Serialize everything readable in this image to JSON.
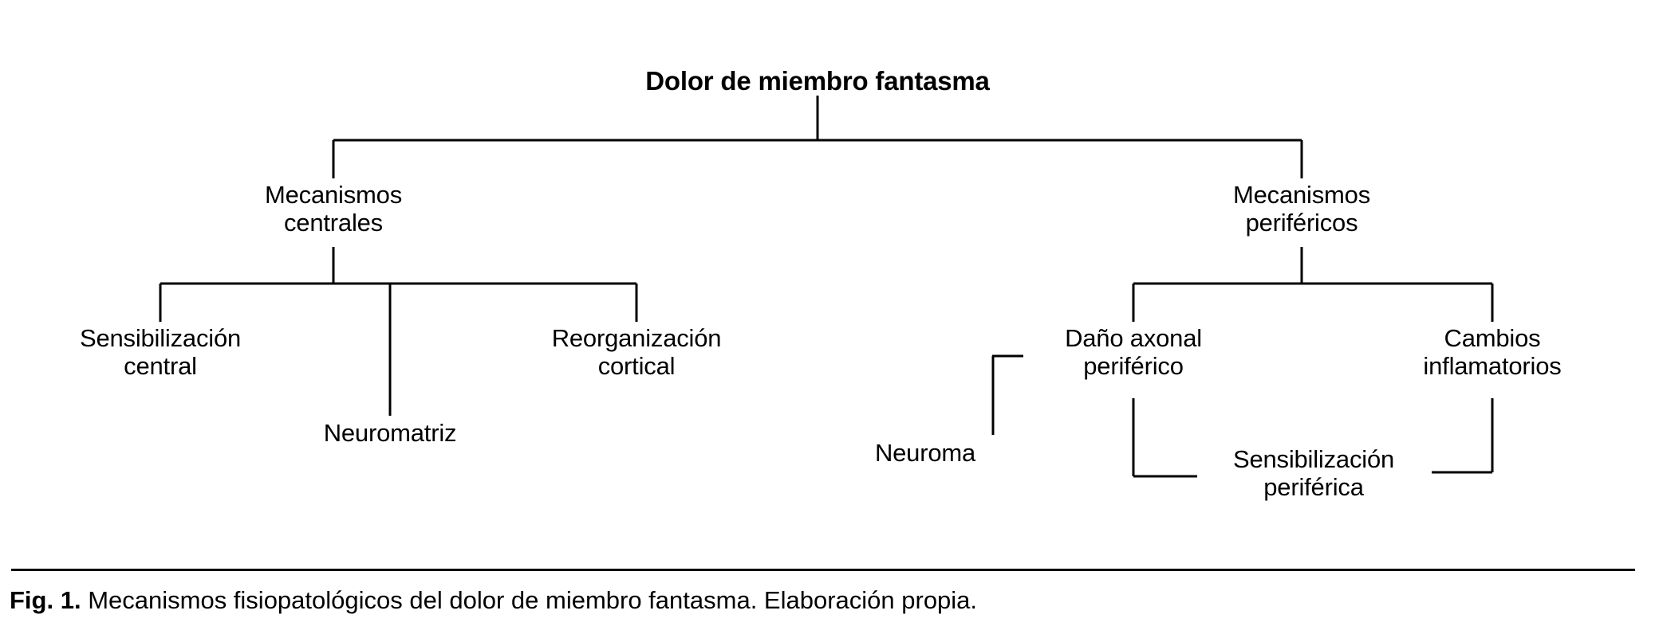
{
  "figure": {
    "title": "Dolor de miembro fantasma",
    "caption_lead": "Fig. 1.",
    "caption_rest": " Mecanismos fisiopatológicos del dolor de miembro fantasma. Elaboración propia.",
    "line_color": "#000000",
    "text_color": "#000000",
    "background_color": "#ffffff"
  },
  "nodes": {
    "root": "Dolor de miembro fantasma",
    "central_branch": "Mecanismos\ncentrales",
    "peripheral_branch": "Mecanismos\nperiféricos",
    "central_children": [
      "Sensibilización\ncentral",
      "Neuromatriz",
      "Reorganización\ncortical"
    ],
    "peripheral_children": [
      "Daño axonal\nperiférico",
      "Cambios\ninflamatorios"
    ],
    "peripheral_grandchildren": [
      "Neuroma",
      "Sensibilización\nperiférica"
    ]
  },
  "chart_data": {
    "type": "diagram",
    "title": "Dolor de miembro fantasma",
    "subtype": "tree",
    "orientation": "top-down",
    "tree": {
      "label": "Dolor de miembro fantasma",
      "children": [
        {
          "label": "Mecanismos centrales",
          "children": [
            {
              "label": "Sensibilización central",
              "children": []
            },
            {
              "label": "Neuromatriz",
              "children": []
            },
            {
              "label": "Reorganización cortical",
              "children": []
            }
          ]
        },
        {
          "label": "Mecanismos periféricos",
          "children": [
            {
              "label": "Daño axonal periférico",
              "children": [
                {
                  "label": "Neuroma",
                  "children": []
                },
                {
                  "label": "Sensibilización periférica",
                  "children": []
                }
              ]
            },
            {
              "label": "Cambios inflamatorios",
              "children": [
                {
                  "label": "Sensibilización periférica",
                  "children": []
                }
              ]
            }
          ]
        }
      ]
    },
    "node_count": 9,
    "caption": "Fig. 1. Mecanismos fisiopatológicos del dolor de miembro fantasma. Elaboración propia."
  }
}
